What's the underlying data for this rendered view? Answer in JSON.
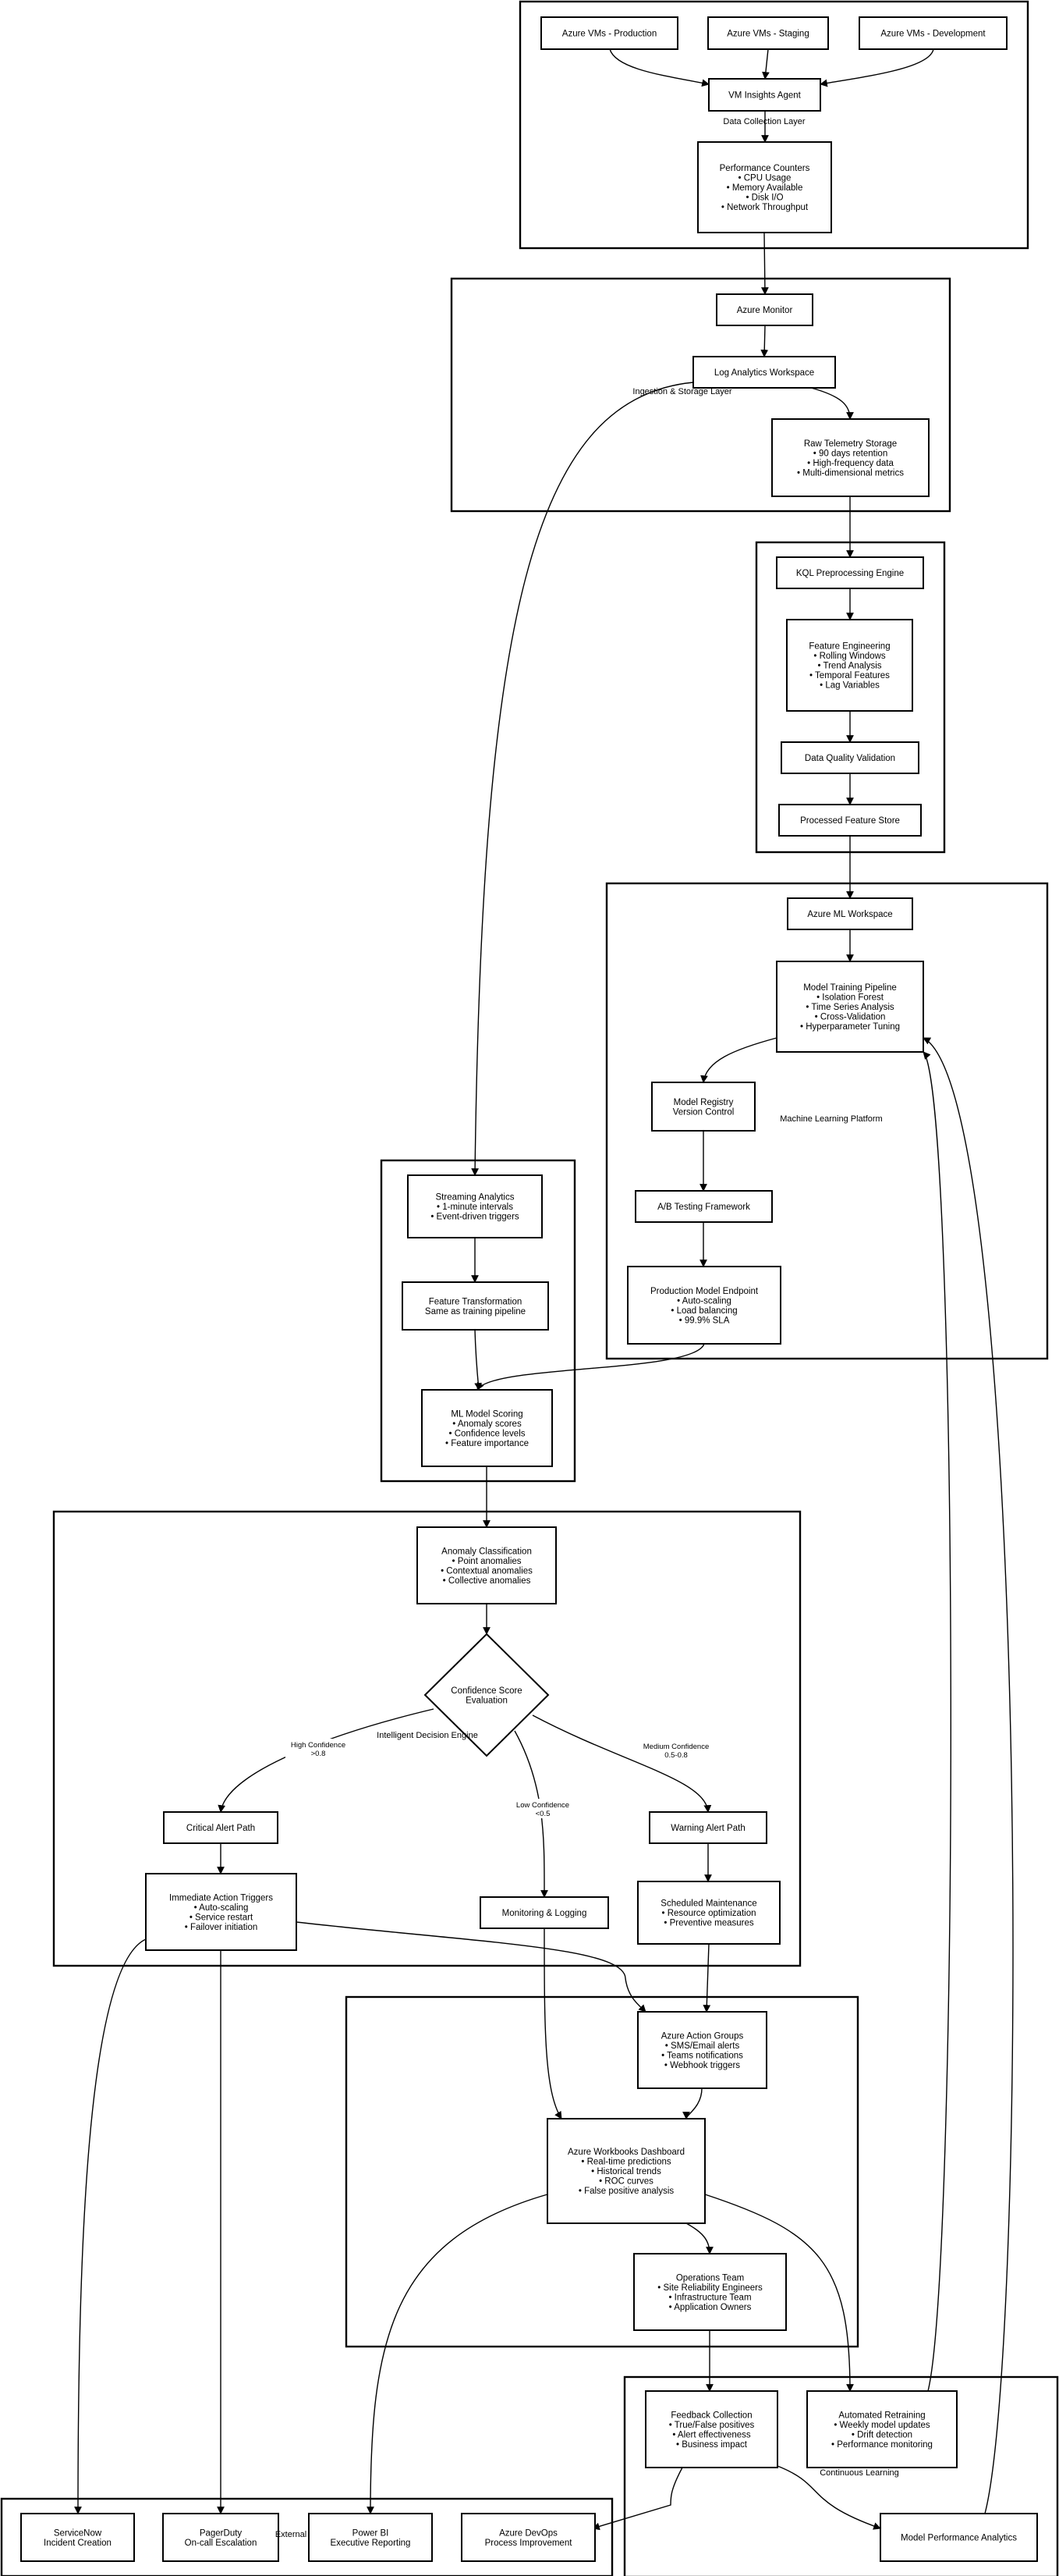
{
  "diagram": {
    "groups": {
      "data_collection": "Data Collection Layer",
      "ingestion": "Ingestion & Storage Layer",
      "ml_platform": "Machine Learning Platform",
      "decision": "Intelligent Decision Engine",
      "learning": "Continuous Learning",
      "external": "External"
    },
    "nodes": {
      "vm_prod": [
        "Azure VMs - Production"
      ],
      "vm_staging": [
        "Azure VMs - Staging"
      ],
      "vm_dev": [
        "Azure VMs - Development"
      ],
      "insights_agent": [
        "VM Insights Agent"
      ],
      "perf_counters": [
        "Performance Counters",
        "• CPU Usage",
        "• Memory Available",
        "• Disk I/O",
        "• Network Throughput"
      ],
      "azure_monitor": [
        "Azure Monitor"
      ],
      "log_analytics": [
        "Log Analytics Workspace"
      ],
      "raw_storage": [
        "Raw Telemetry Storage",
        "• 90 days retention",
        "• High-frequency data",
        "• Multi-dimensional metrics"
      ],
      "kql": [
        "KQL Preprocessing Engine"
      ],
      "feature_eng": [
        "Feature Engineering",
        "• Rolling Windows",
        "• Trend Analysis",
        "• Temporal Features",
        "• Lag Variables"
      ],
      "dq_validation": [
        "Data Quality Validation"
      ],
      "feature_store": [
        "Processed Feature Store"
      ],
      "ml_workspace": [
        "Azure ML Workspace"
      ],
      "training": [
        "Model Training Pipeline",
        "• Isolation Forest",
        "• Time Series Analysis",
        "• Cross-Validation",
        "• Hyperparameter Tuning"
      ],
      "registry": [
        "Model Registry",
        "Version Control"
      ],
      "ab_testing": [
        "A/B Testing Framework"
      ],
      "prod_endpoint": [
        "Production Model Endpoint",
        "• Auto-scaling",
        "• Load balancing",
        "• 99.9% SLA"
      ],
      "streaming": [
        "Streaming Analytics",
        "• 1-minute intervals",
        "• Event-driven triggers"
      ],
      "feature_transform": [
        "Feature Transformation",
        "Same as training pipeline"
      ],
      "scoring": [
        "ML Model Scoring",
        "• Anomaly scores",
        "• Confidence levels",
        "• Feature importance"
      ],
      "classification": [
        "Anomaly Classification",
        "• Point anomalies",
        "• Contextual anomalies",
        "• Collective anomalies"
      ],
      "confidence_eval": [
        "Confidence Score",
        "Evaluation"
      ],
      "critical_path": [
        "Critical Alert Path"
      ],
      "warning_path": [
        "Warning Alert Path"
      ],
      "immediate_triggers": [
        "Immediate Action Triggers",
        "• Auto-scaling",
        "• Service restart",
        "• Failover initiation"
      ],
      "monitoring_logging": [
        "Monitoring & Logging"
      ],
      "scheduled_maint": [
        "Scheduled Maintenance",
        "• Resource optimization",
        "• Preventive measures"
      ],
      "action_groups": [
        "Azure Action Groups",
        "• SMS/Email alerts",
        "• Teams notifications",
        "• Webhook triggers"
      ],
      "workbooks": [
        "Azure Workbooks Dashboard",
        "• Real-time predictions",
        "• Historical trends",
        "• ROC curves",
        "• False positive analysis"
      ],
      "ops_team": [
        "Operations Team",
        "• Site Reliability Engineers",
        "• Infrastructure Team",
        "• Application Owners"
      ],
      "feedback": [
        "Feedback Collection",
        "• True/False positives",
        "• Alert effectiveness",
        "• Business impact"
      ],
      "retraining": [
        "Automated Retraining",
        "• Weekly model updates",
        "• Drift detection",
        "• Performance monitoring"
      ],
      "model_perf": [
        "Model Performance Analytics"
      ],
      "servicenow": [
        "ServiceNow",
        "Incident Creation"
      ],
      "pagerduty": [
        "PagerDuty",
        "On-call Escalation"
      ],
      "powerbi": [
        "Power BI",
        "Executive Reporting"
      ],
      "devops": [
        "Azure DevOps",
        "Process Improvement"
      ]
    },
    "edge_labels": {
      "high": [
        "High Confidence",
        ">0.8"
      ],
      "low": [
        "Low Confidence",
        "<0.5"
      ],
      "medium": [
        "Medium Confidence",
        "0.5-0.8"
      ]
    }
  }
}
